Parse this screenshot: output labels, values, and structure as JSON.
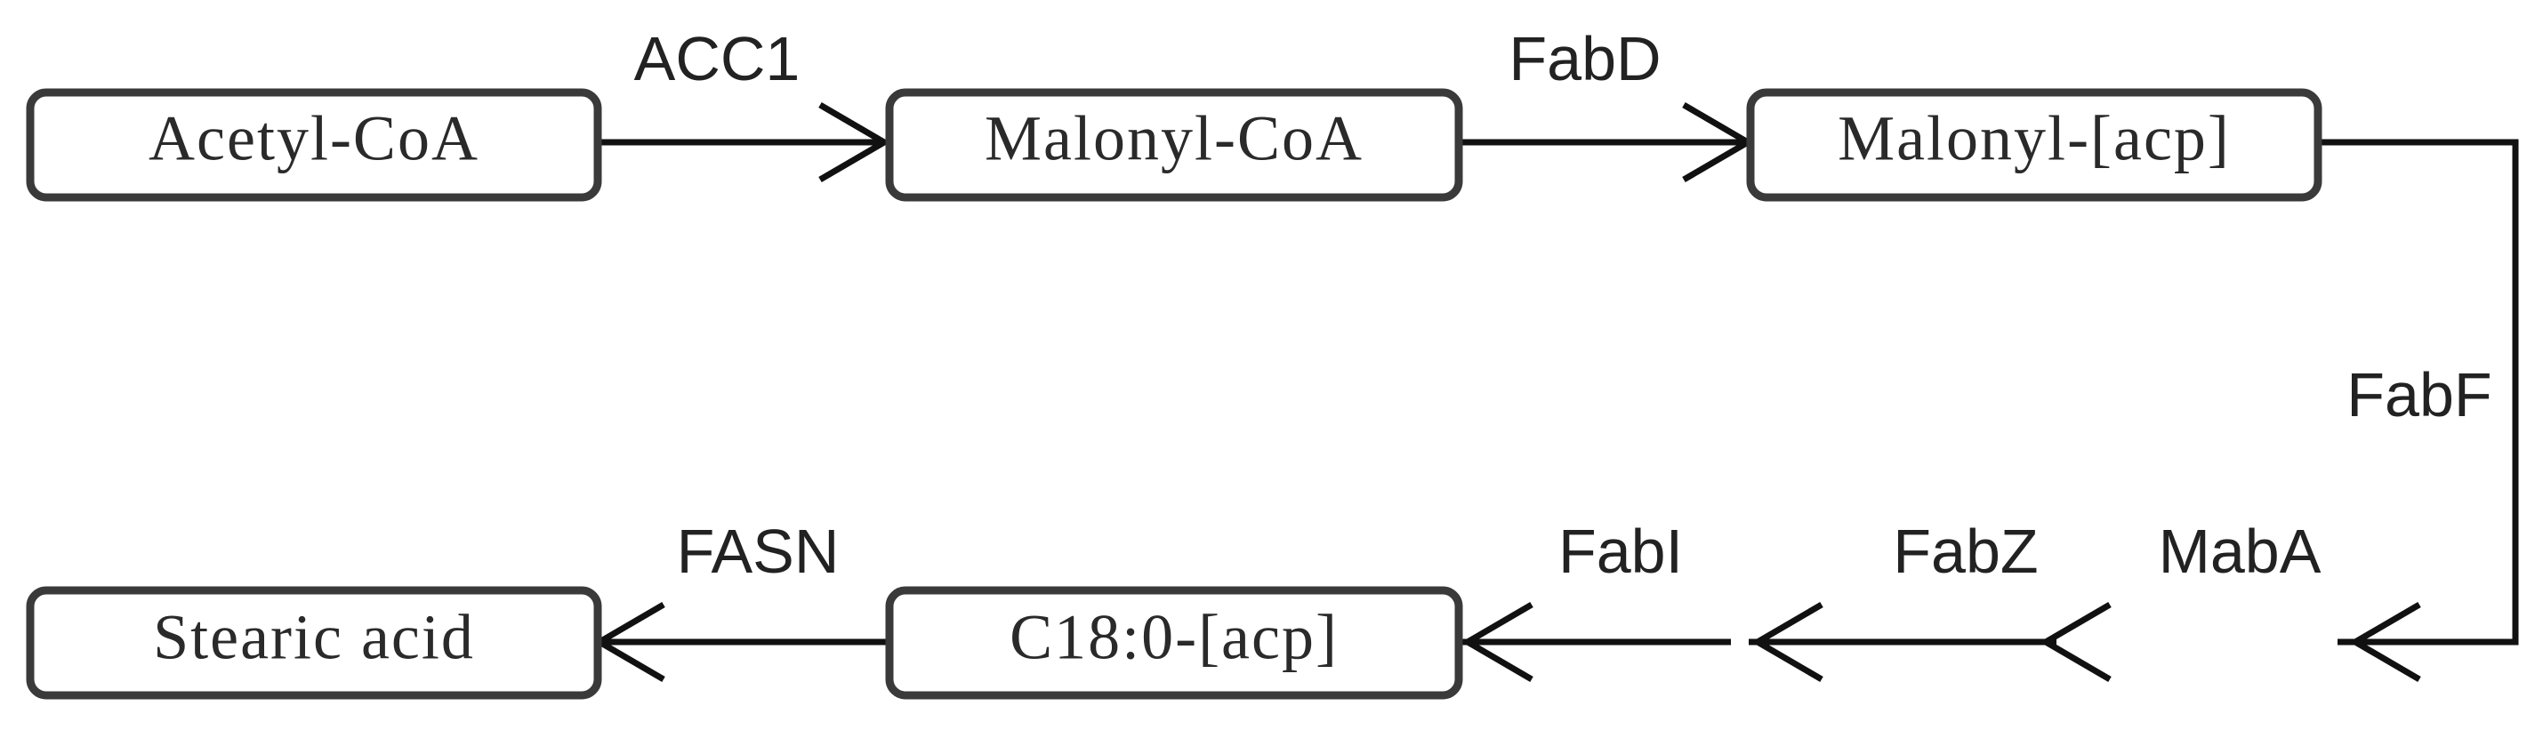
{
  "nodes": {
    "acetyl_coa": "Acetyl-CoA",
    "malonyl_coa": "Malonyl-CoA",
    "malonyl_acp": "Malonyl-[acp]",
    "c18_acp": "C18:0-[acp]",
    "stearic_acid": "Stearic acid"
  },
  "enzymes": {
    "acc1": "ACC1",
    "fabd": "FabD",
    "fabf": "FabF",
    "maba": "MabA",
    "fabz": "FabZ",
    "fabi": "FabI",
    "fasn": "FASN"
  },
  "colors": {
    "box_border": "#3a3a3a",
    "line": "#111111",
    "text": "#222222",
    "background": "#ffffff"
  }
}
